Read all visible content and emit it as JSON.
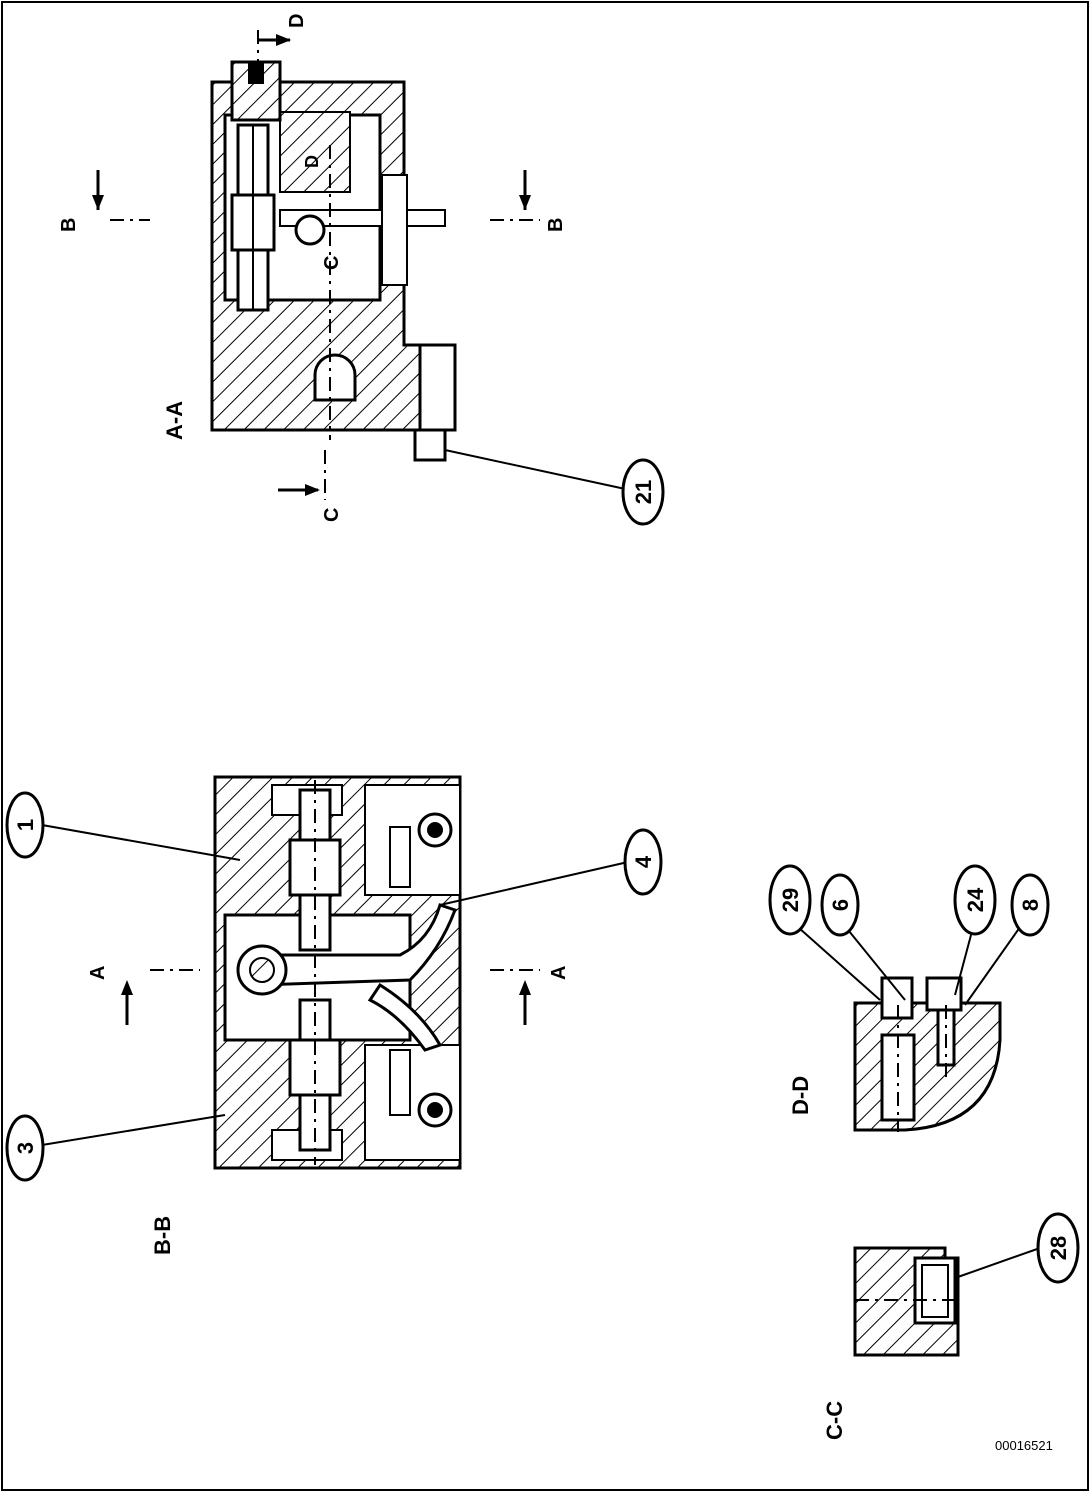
{
  "callouts": {
    "part1": "1",
    "part3": "3",
    "part4": "4",
    "part6": "6",
    "part8": "8",
    "part21": "21",
    "part24": "24",
    "part28": "28",
    "part29": "29"
  },
  "sections": {
    "aa": "A-A",
    "bb": "B-B",
    "cc": "C-C",
    "dd": "D-D"
  },
  "markers": {
    "a": "A",
    "b": "B",
    "c": "C",
    "d": "D"
  },
  "reference_code": "00016521"
}
